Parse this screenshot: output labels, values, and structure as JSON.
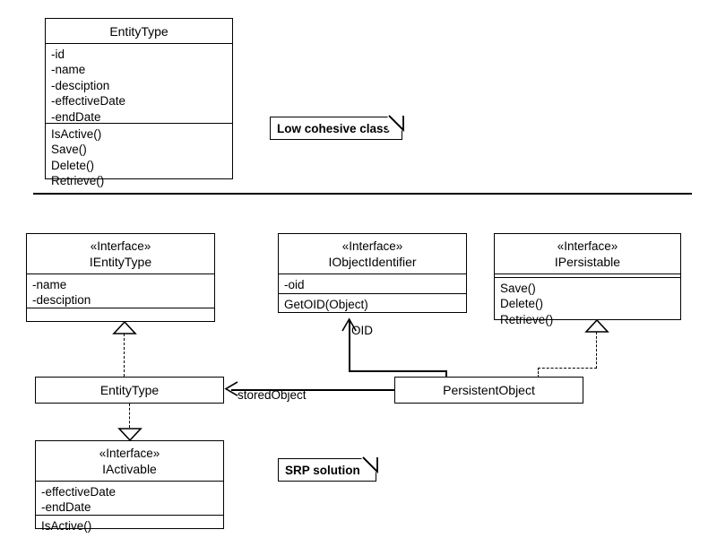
{
  "diagram": {
    "title": "UML class diagram - Single Responsibility Principle",
    "divider_label": "section-divider"
  },
  "notes": [
    {
      "id": "low-cohesive",
      "text": "Low cohesive class"
    },
    {
      "id": "srp-solution",
      "text": "SRP solution"
    }
  ],
  "problem_section": {
    "entity_type": {
      "name": "EntityType",
      "attributes": [
        "-id",
        "-name",
        "-desciption",
        "-effectiveDate",
        "-endDate"
      ],
      "operations": [
        "IsActive()",
        "Save()",
        "Delete()",
        "Retrieve()"
      ]
    }
  },
  "solution_section": {
    "ientitytype": {
      "stereotype": "«Interface»",
      "name": "IEntityType",
      "attributes": [
        "-name",
        "-desciption"
      ],
      "operations": []
    },
    "iobjectidentifier": {
      "stereotype": "«Interface»",
      "name": "IObjectIdentifier",
      "attributes": [
        "-oid"
      ],
      "operations": [
        "GetOID(Object)"
      ]
    },
    "ipersistable": {
      "stereotype": "«Interface»",
      "name": "IPersistable",
      "attributes": [],
      "operations": [
        "Save()",
        "Delete()",
        "Retrieve()"
      ]
    },
    "iactivable": {
      "stereotype": "«Interface»",
      "name": "IActivable",
      "attributes": [
        "-effectiveDate",
        "-endDate"
      ],
      "operations": [
        "IsActive()"
      ]
    },
    "entity_type": {
      "name": "EntityType"
    },
    "persistent_object": {
      "name": "PersistentObject"
    }
  },
  "edges": [
    {
      "id": "entitytype-realizes-ientitytype",
      "label": "",
      "type": "realization"
    },
    {
      "id": "entitytype-realizes-iactivable",
      "label": "",
      "type": "realization"
    },
    {
      "id": "persistentobject-realizes-ipersistable",
      "label": "",
      "type": "realization"
    },
    {
      "id": "persistentobject-oid-iobjectidentifier",
      "label": "OID",
      "type": "association"
    },
    {
      "id": "persistentobject-storedobject-entitytype",
      "label": "storedObject",
      "type": "association"
    }
  ],
  "colors": {
    "line": "#000000",
    "fill": "#ffffff",
    "text": "#000000"
  }
}
